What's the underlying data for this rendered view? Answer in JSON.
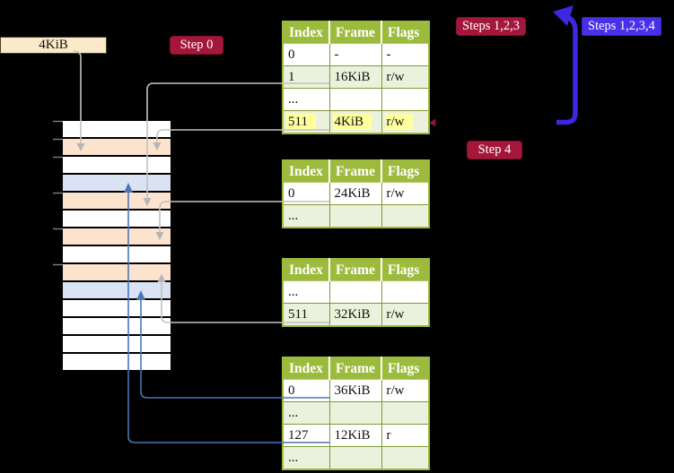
{
  "frame_label": {
    "text": "4KiB"
  },
  "badges": {
    "step0": "Step 0",
    "steps123": "Steps 1,2,3",
    "steps1234": "Steps 1,2,3,4",
    "step4": "Step 4"
  },
  "memory_column": {
    "rows": [
      "white",
      "orange",
      "white",
      "blue",
      "orange",
      "white",
      "orange",
      "white",
      "orange",
      "blue",
      "white",
      "white",
      "white",
      "white"
    ]
  },
  "tables": [
    {
      "name": "page-table-level-4",
      "headers": [
        "Index",
        "Frame",
        "Flags"
      ],
      "rows": [
        {
          "cells": [
            "0",
            "-",
            "-"
          ],
          "highlight": false
        },
        {
          "cells": [
            "1",
            "16KiB",
            "r/w"
          ],
          "highlight": false
        },
        {
          "cells": [
            "...",
            "",
            ""
          ],
          "highlight": false
        },
        {
          "cells": [
            "511",
            "4KiB",
            "r/w"
          ],
          "highlight": true
        }
      ]
    },
    {
      "name": "page-table-level-3",
      "headers": [
        "Index",
        "Frame",
        "Flags"
      ],
      "rows": [
        {
          "cells": [
            "0",
            "24KiB",
            "r/w"
          ],
          "highlight": false
        },
        {
          "cells": [
            "...",
            "",
            ""
          ],
          "highlight": false
        }
      ]
    },
    {
      "name": "page-table-level-2",
      "headers": [
        "Index",
        "Frame",
        "Flags"
      ],
      "rows": [
        {
          "cells": [
            "...",
            "",
            ""
          ],
          "highlight": false
        },
        {
          "cells": [
            "511",
            "32KiB",
            "r/w"
          ],
          "highlight": false
        }
      ]
    },
    {
      "name": "page-table-level-1",
      "headers": [
        "Index",
        "Frame",
        "Flags"
      ],
      "rows": [
        {
          "cells": [
            "0",
            "36KiB",
            "r/w"
          ],
          "highlight": false
        },
        {
          "cells": [
            "...",
            "",
            ""
          ],
          "highlight": false
        },
        {
          "cells": [
            "127",
            "12KiB",
            "r"
          ],
          "highlight": false
        },
        {
          "cells": [
            "...",
            "",
            ""
          ],
          "highlight": false
        }
      ]
    }
  ],
  "colors": {
    "badge_red": "#a5173a",
    "badge_blue": "#4730e8",
    "table_header_green": "#9cbb3d",
    "table_row_green": "#ebf1dc",
    "highlight_yellow": "#ffff9d",
    "frame_label_wheat": "#faeac9",
    "memory_orange": "#fbe3ce",
    "memory_blue": "#d9e3f3",
    "connector_gray": "#c2c2c2",
    "connector_blue": "#4d74b8",
    "big_arrow_blue": "#3c28e2",
    "red_arrow_tip": "#8f1430"
  }
}
